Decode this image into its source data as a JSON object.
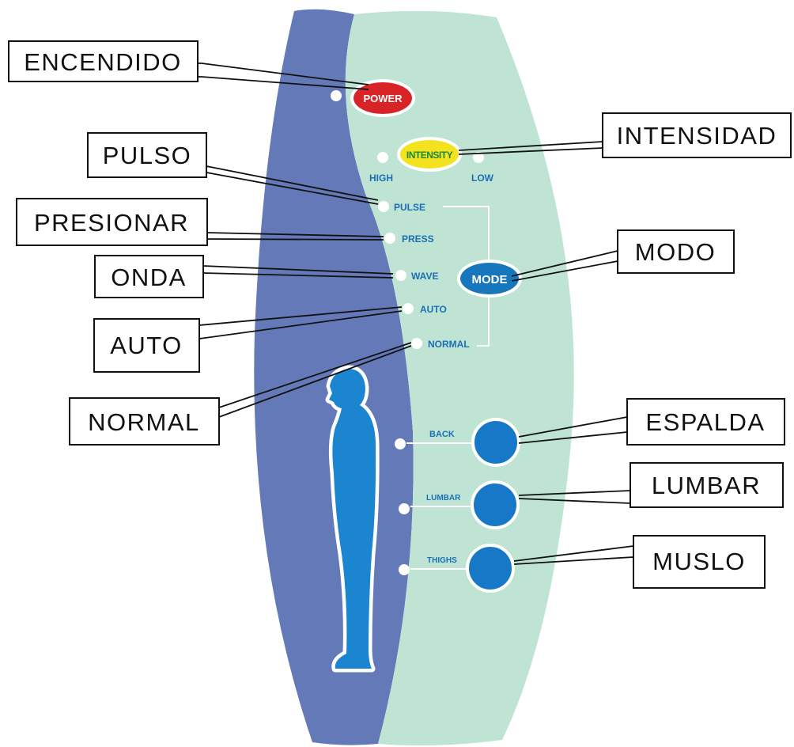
{
  "colors": {
    "panel_left": "#6479b7",
    "panel_right": "#bfe4d4",
    "power_button": "#d92427",
    "intensity_button": "#f4e21f",
    "mode_button": "#1876bd",
    "zone_buttons": "#1878c8",
    "body_figure": "#1b86cf"
  },
  "panel": {
    "power": "POWER",
    "intensity": "INTENSITY",
    "high": "HIGH",
    "low": "LOW",
    "mode": "MODE",
    "modes": [
      "PULSE",
      "PRESS",
      "WAVE",
      "AUTO",
      "NORMAL"
    ],
    "zones": [
      "BACK",
      "LUMBAR",
      "THIGHS"
    ]
  },
  "callouts": {
    "power": "ENCENDIDO",
    "intensity": "INTENSIDAD",
    "pulse": "PULSO",
    "press": "PRESIONAR",
    "wave": "ONDA",
    "auto": "AUTO",
    "normal": "NORMAL",
    "mode": "MODO",
    "back": "ESPALDA",
    "lumbar": "LUMBAR",
    "thighs": "MUSLO"
  },
  "icons": [
    "power-led",
    "intensity-led",
    "mode-led",
    "zone-led",
    "human-body-icon"
  ]
}
